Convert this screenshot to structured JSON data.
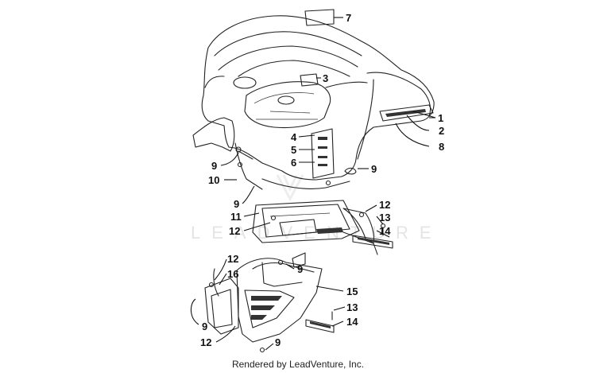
{
  "watermark_text": "LEADVENTURE",
  "footer_text": "Rendered by LeadVenture, Inc.",
  "callouts": [
    "1",
    "2",
    "3",
    "4",
    "5",
    "6",
    "7",
    "8",
    "9",
    "10",
    "11",
    "12",
    "13",
    "14",
    "15",
    "16"
  ]
}
